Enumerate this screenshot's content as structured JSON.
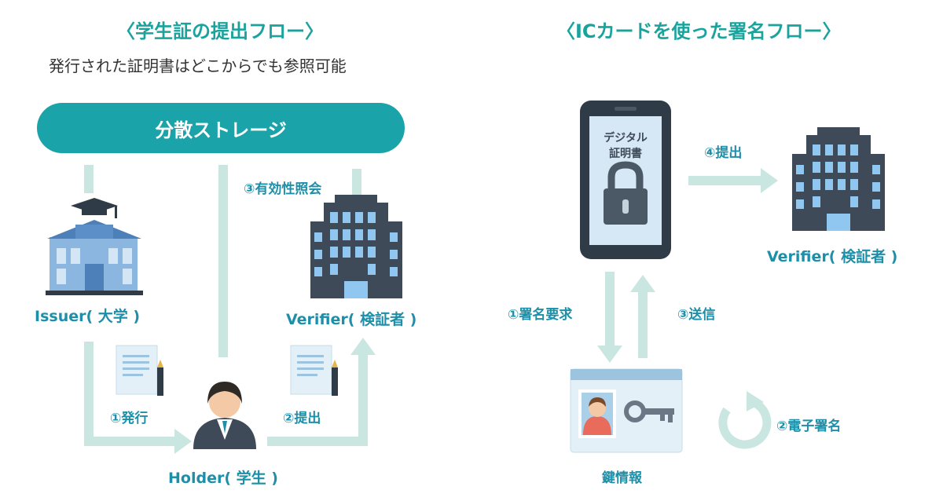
{
  "left": {
    "title": "〈学生証の提出フロー〉",
    "subtitle": "発行された証明書はどこからでも参照可能",
    "storage_label": "分散ストレージ",
    "issuer_label": "Issuer( 大学 )",
    "holder_label": "Holder( 学生 )",
    "verifier_label": "Verifier( 検証者 )",
    "step1": "①発行",
    "step2": "②提出",
    "step3": "③有効性照会"
  },
  "right": {
    "title": "〈ICカードを使った署名フロー〉",
    "phone_text_line1": "デジタル",
    "phone_text_line2": "証明書",
    "verifier_label": "Verifier( 検証者 )",
    "step1": "①署名要求",
    "step2": "②電子署名",
    "step3": "③送信",
    "step4": "④提出",
    "key_label": "鍵情報"
  },
  "colors": {
    "accent": "#1aa3a8",
    "label": "#1d8fa8",
    "arrow": "#c9e6e0",
    "building": "#3e4a57",
    "window": "#8fc7f0"
  }
}
